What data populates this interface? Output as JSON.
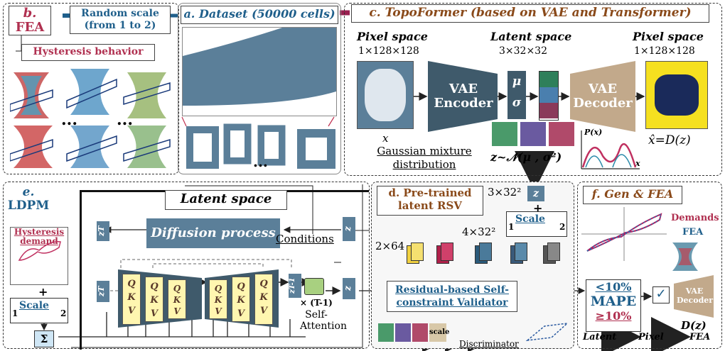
{
  "panel_a": {
    "title": "a. Dataset (50000 cells)"
  },
  "panel_b": {
    "tag": "b.",
    "name": "FEA",
    "scale_box": "Random scale (from 1 to 2)",
    "hysteresis": "Hysteresis behavior",
    "ellipsis": "..."
  },
  "panel_c": {
    "title": "c. TopoFormer (based on VAE and Transformer)",
    "pixel_space_left": "Pixel space",
    "dims_left": "1×128×128",
    "latent_space": "Latent space",
    "dims_latent": "3×32×32",
    "pixel_space_right": "Pixel space",
    "dims_right": "1×128×128",
    "encoder": "VAE Encoder",
    "decoder": "VAE Decoder",
    "mu": "μ",
    "sigma": "σ",
    "x_label": "x",
    "gaussian": "Gaussian mixture distribution",
    "z_dist": "z~𝒩(μ , σ²)",
    "xhat": "x̂=D(z)",
    "px": "P(x)",
    "x_axis": "x"
  },
  "panel_d": {
    "title": "d. Pre-trained latent RSV",
    "dim1": "3×32²",
    "dim2": "4×32²",
    "dim3": "2×64",
    "z": "z",
    "scale": "Scale",
    "scale_max": "2",
    "scale_min": "1",
    "validator": "Residual-based Self-constraint Validator",
    "scale_tag": "scale",
    "discriminator": "Discriminator"
  },
  "panel_e": {
    "tag": "e.",
    "name": "LDPM",
    "latent_title": "Latent space",
    "diffusion": "Diffusion process",
    "conditions": "Conditions",
    "zt": "zT",
    "z": "z",
    "zt_left": "zT",
    "zt1": "zT-1",
    "qkv": [
      "Q",
      "K",
      "V"
    ],
    "times": "× (T-1)",
    "self_attention": "Self-Attention",
    "hysteresis_demand": "Hysteresis demand",
    "scale": "Scale",
    "scale_min": "1",
    "scale_max": "2",
    "sigma_sym": "Σ",
    "plus": "+"
  },
  "panel_f": {
    "title": "f. Gen & FEA",
    "demands": "Demands",
    "fea": "FEA",
    "mape_top": "<10%",
    "mape": "MAPE",
    "mape_bottom": "≥10%",
    "decoder": "VAE Decoder",
    "dz": "D(z)",
    "flow": [
      "Latent",
      "Pixel",
      "FEA"
    ]
  },
  "colors": {
    "accent_blue": "#1f5f8b",
    "accent_red": "#b03050",
    "accent_brown": "#8a4a1a",
    "box_blue": "#5b7f99",
    "qkv_yellow": "#fff6b0",
    "decoder_tan": "#c2a98b"
  }
}
